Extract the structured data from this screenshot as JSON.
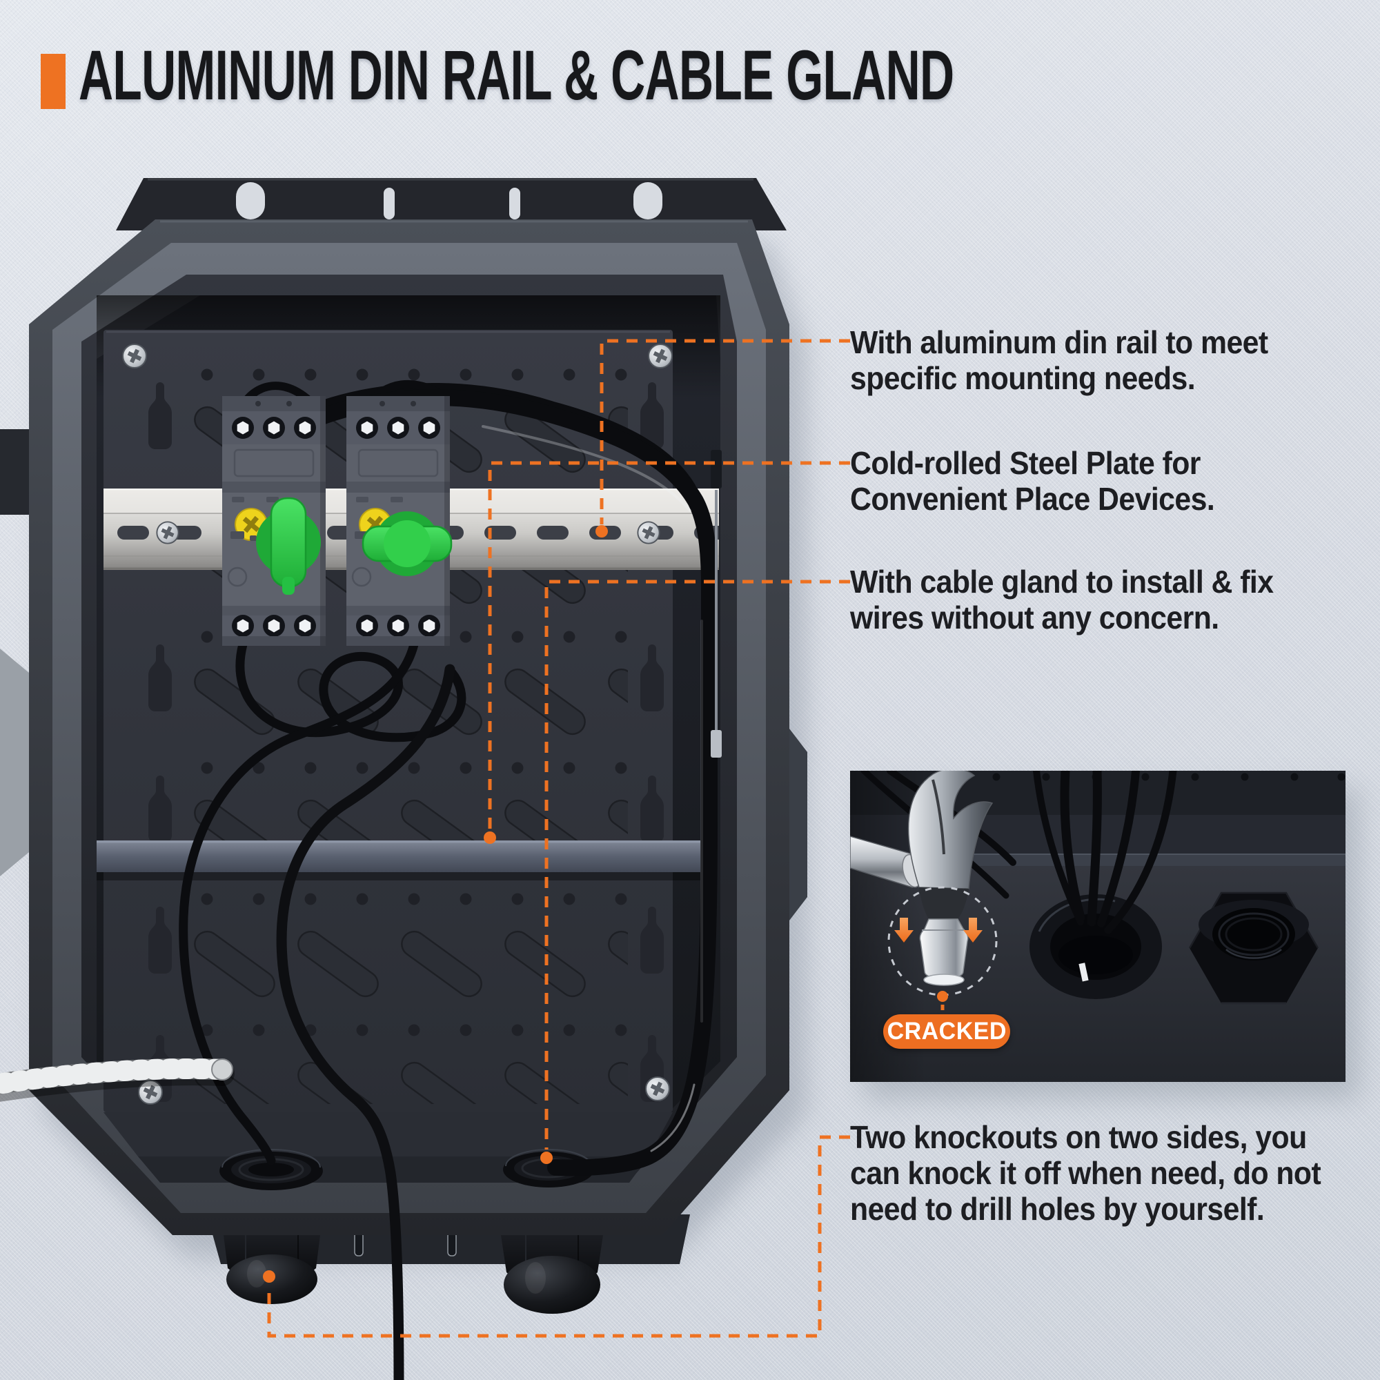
{
  "title": "ALUMINUM DIN RAIL & CABLE GLAND",
  "annotations": [
    {
      "id": "din-rail",
      "lines": [
        "With aluminum din rail to meet",
        "specific mounting needs."
      ]
    },
    {
      "id": "steel-plate",
      "lines": [
        "Cold-rolled Steel Plate for",
        "Convenient Place Devices."
      ]
    },
    {
      "id": "cable-gland",
      "lines": [
        "With cable gland to install & fix",
        "wires without any concern."
      ]
    },
    {
      "id": "knockouts",
      "lines": [
        "Two knockouts on two sides, you",
        "can knock it off when need, do not",
        "need to drill holes by yourself."
      ]
    }
  ],
  "inset": {
    "badge": "CRACKED"
  },
  "colors": {
    "accent": "#ee7222",
    "badge_bg": "#ed6e21",
    "badge_text": "#ffffff",
    "title_text": "#17181b",
    "body_text": "#1d1e22",
    "background": "#d8dce3",
    "enclosure_dark": "#2b2e35",
    "din_rail_silver": "#d3d2cf",
    "breaker_green": "#3bd854",
    "screw_yellow": "#eed31c"
  }
}
